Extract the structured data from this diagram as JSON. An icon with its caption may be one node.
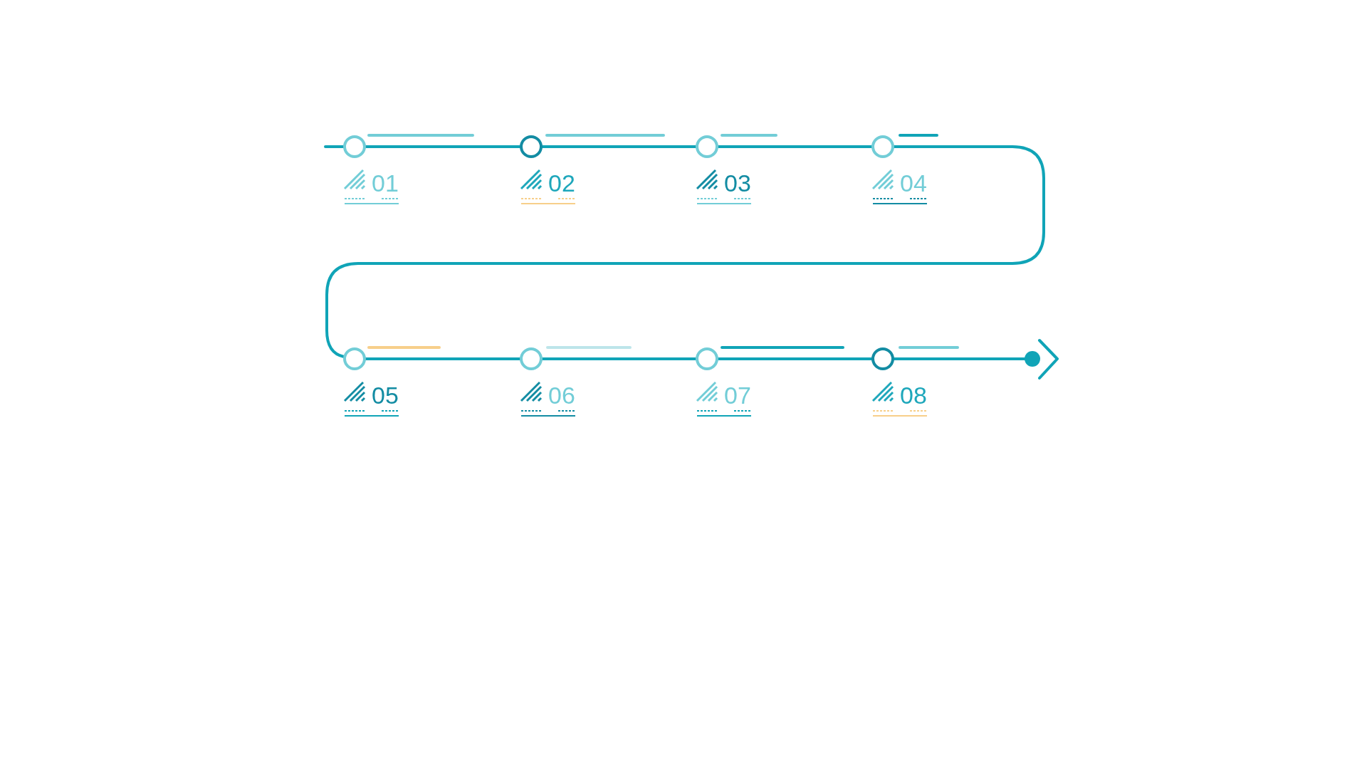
{
  "diagram": {
    "nodes": [
      {
        "text": [],
        "shape": "circle",
        "beside": [
          "01"
        ]
      },
      {
        "text": [],
        "shape": "circle",
        "beside": [
          "02"
        ]
      },
      {
        "text": [],
        "shape": "circle",
        "beside": [
          "03"
        ]
      },
      {
        "text": [],
        "shape": "circle",
        "beside": [
          "04"
        ]
      },
      {
        "text": [],
        "shape": "circle",
        "beside": [
          "05"
        ]
      },
      {
        "text": [],
        "shape": "circle",
        "beside": [
          "06"
        ]
      },
      {
        "text": [],
        "shape": "circle",
        "beside": [
          "07"
        ]
      },
      {
        "text": [],
        "shape": "circle",
        "beside": [
          "08"
        ]
      },
      {
        "text": [],
        "shape": "circle"
      }
    ],
    "edges": [
      {
        "from": null,
        "to": 0,
        "arrow": "none"
      },
      {
        "from": 0,
        "to": 1,
        "arrow": "none"
      },
      {
        "from": 1,
        "to": 2,
        "arrow": "none"
      },
      {
        "from": 2,
        "to": 3,
        "arrow": "none"
      },
      {
        "from": 3,
        "to": 4,
        "arrow": "none"
      },
      {
        "from": 4,
        "to": 5,
        "arrow": "none"
      },
      {
        "from": 5,
        "to": 6,
        "arrow": "none"
      },
      {
        "from": 6,
        "to": 7,
        "arrow": "none"
      },
      {
        "from": 7,
        "to": 8,
        "arrow": "none"
      }
    ]
  }
}
